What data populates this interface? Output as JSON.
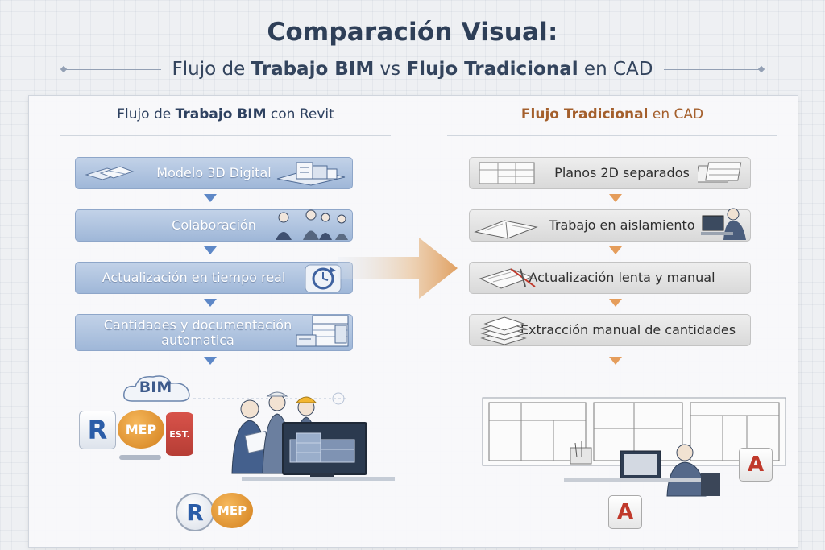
{
  "title": "Comparación Visual:",
  "subtitle": {
    "part1": "Flujo de ",
    "part2": "Trabajo BIM",
    "part3": " vs ",
    "part4": "Flujo Tradicional",
    "part5": " en CAD"
  },
  "bim": {
    "heading_pre": "Flujo de ",
    "heading_bold": "Trabajo BIM",
    "heading_post": " con Revit",
    "steps": [
      {
        "label": "Modelo 3D Digital"
      },
      {
        "label": "Colaboración"
      },
      {
        "label": "Actualización en tiempo real"
      },
      {
        "label": "Cantidades y documentación automatica"
      }
    ],
    "cloud_label": "BIM",
    "badges": {
      "revit": "R",
      "mep": "MEP",
      "est": "EST."
    },
    "bottom_badges": {
      "revit": "R",
      "mep": "MEP"
    }
  },
  "cad": {
    "heading_bold": "Flujo Tradicional",
    "heading_post": " en CAD",
    "steps": [
      {
        "label": "Planos 2D separados"
      },
      {
        "label": "Trabajo en aislamiento"
      },
      {
        "label": "Actualización lenta y manual"
      },
      {
        "label": "Extracción manual de cantidades"
      }
    ],
    "badge_autocad": "A",
    "bottom_badge": "A"
  },
  "colors": {
    "bim_accent": "#5e88c7",
    "cad_accent": "#e59d5b",
    "title": "#2e3f58"
  }
}
